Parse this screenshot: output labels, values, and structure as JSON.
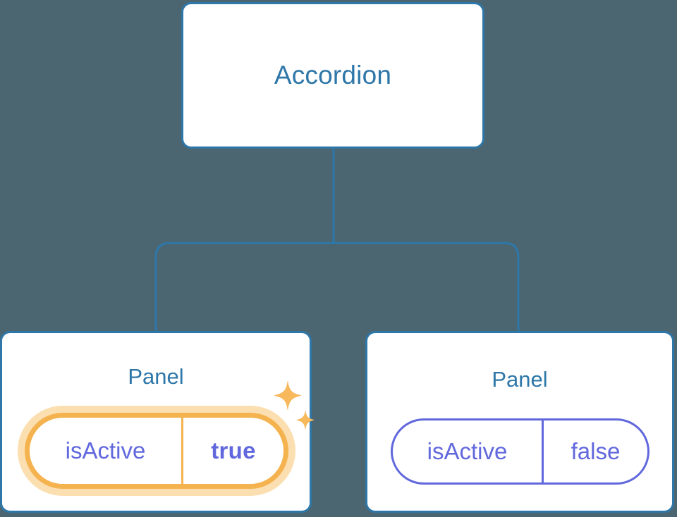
{
  "diagram": {
    "type": "component-tree",
    "background_color": "#4b6671",
    "node_border_color": "#2e77a8",
    "node_text_color": "#2e77a8",
    "connector_color": "#2e77a8",
    "prop_text_color": "#6168dd",
    "highlight_color": "#f5b350",
    "highlight_glow_color": "#fbdfb1",
    "root": {
      "label": "Accordion"
    },
    "children": [
      {
        "label": "Panel",
        "highlighted": true,
        "prop": {
          "key": "isActive",
          "value": "true"
        },
        "sparkle_icons": [
          "sparkle-large-icon",
          "sparkle-small-icon"
        ]
      },
      {
        "label": "Panel",
        "highlighted": false,
        "prop": {
          "key": "isActive",
          "value": "false"
        }
      }
    ]
  }
}
